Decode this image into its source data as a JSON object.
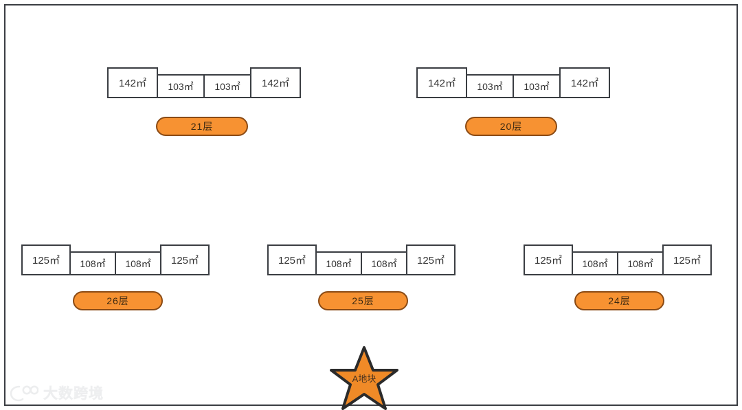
{
  "figure": {
    "title": "",
    "frame_color": "#3a3d42",
    "background": "#ffffff"
  },
  "colors": {
    "pill_fill": "#F79232",
    "pill_border": "#8a4a14",
    "box_border": "#3a3d42",
    "star_fill": "#F08A27",
    "star_border": "#2b2b2b",
    "text": "#333333"
  },
  "rows": [
    {
      "row_id": "row-1",
      "groups": [
        {
          "group_id": "group-21f",
          "floor_label": "21层",
          "units": [
            {
              "area": "142㎡",
              "type": "end"
            },
            {
              "area": "103㎡",
              "type": "mid"
            },
            {
              "area": "103㎡",
              "type": "mid"
            },
            {
              "area": "142㎡",
              "type": "end"
            }
          ]
        },
        {
          "group_id": "group-20f",
          "floor_label": "20层",
          "units": [
            {
              "area": "142㎡",
              "type": "end"
            },
            {
              "area": "103㎡",
              "type": "mid"
            },
            {
              "area": "103㎡",
              "type": "mid"
            },
            {
              "area": "142㎡",
              "type": "end"
            }
          ]
        }
      ]
    },
    {
      "row_id": "row-2",
      "groups": [
        {
          "group_id": "group-26f",
          "floor_label": "26层",
          "units": [
            {
              "area": "125㎡",
              "type": "end"
            },
            {
              "area": "108㎡",
              "type": "mid"
            },
            {
              "area": "108㎡",
              "type": "mid"
            },
            {
              "area": "125㎡",
              "type": "end"
            }
          ]
        },
        {
          "group_id": "group-25f",
          "floor_label": "25层",
          "units": [
            {
              "area": "125㎡",
              "type": "end"
            },
            {
              "area": "108㎡",
              "type": "mid"
            },
            {
              "area": "108㎡",
              "type": "mid"
            },
            {
              "area": "125㎡",
              "type": "end"
            }
          ]
        },
        {
          "group_id": "group-24f",
          "floor_label": "24层",
          "units": [
            {
              "area": "125㎡",
              "type": "end"
            },
            {
              "area": "108㎡",
              "type": "mid"
            },
            {
              "area": "108㎡",
              "type": "mid"
            },
            {
              "area": "125㎡",
              "type": "end"
            }
          ]
        }
      ]
    }
  ],
  "marker": {
    "label": "A地块",
    "shape": "star"
  },
  "watermark": {
    "text": "大数跨境",
    "logo_name": "dashu-kuajing-logo"
  }
}
